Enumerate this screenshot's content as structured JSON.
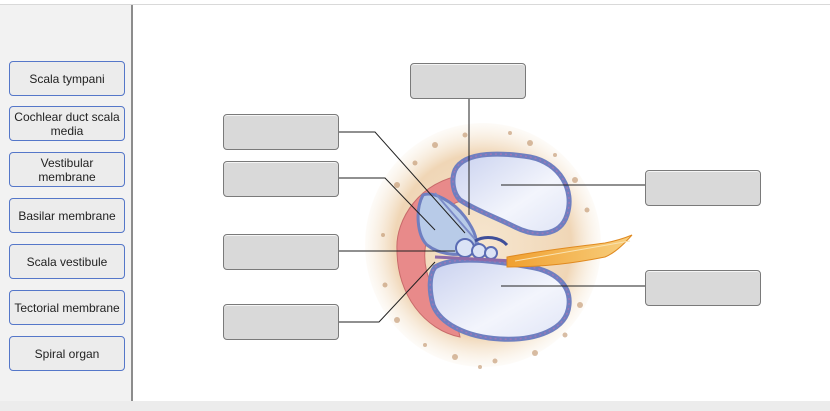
{
  "labels": [
    "Scala tympani",
    "Cochlear duct scala media",
    "Vestibular membrane",
    "Basilar membrane",
    "Scala vestibule",
    "Tectorial membrane",
    "Spiral organ"
  ],
  "colors": {
    "chip_border": "#5577c9",
    "dropbox_fill": "#d9d9d9",
    "bone": "#f0dcc0",
    "duct_pink": "#e88a8a",
    "chamber_blue": "#7d8cc8",
    "nerve": "#f0a030"
  }
}
